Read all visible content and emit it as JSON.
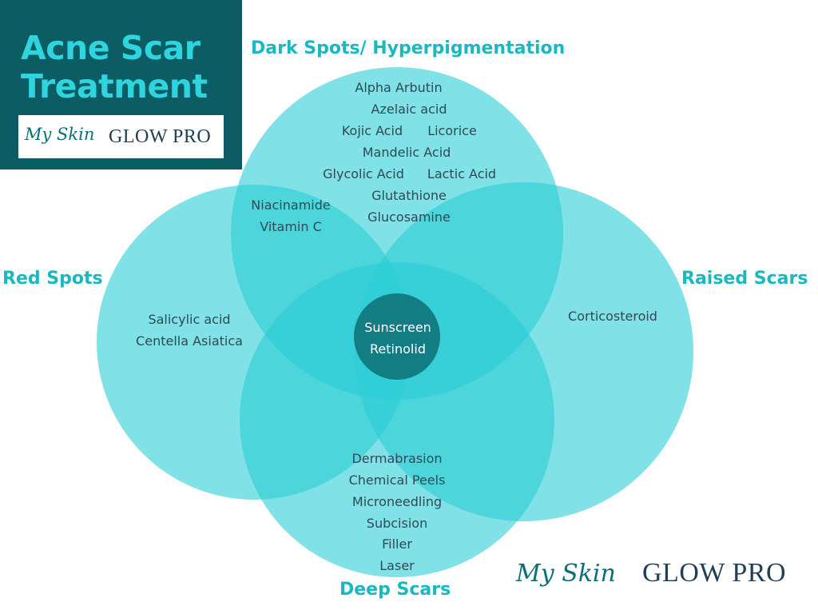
{
  "title": {
    "line1": "Acne Scar",
    "line2": "Treatment"
  },
  "brand": {
    "script": "My Skin",
    "name": "GLOW PRO"
  },
  "categories": {
    "top": "Dark Spots/ Hyperpigmentation",
    "left": "Red Spots",
    "right": "Raised Scars",
    "bottom": "Deep Scars"
  },
  "treatments": {
    "dark_spots": [
      "Alpha Arbutin",
      "Azelaic acid",
      "Kojic Acid",
      "Licorice",
      "Mandelic Acid",
      "Glycolic Acid",
      "Lactic Acid",
      "Glutathione",
      "Glucosamine"
    ],
    "dark_and_red": [
      "Niacinamide",
      "Vitamin C"
    ],
    "red_spots": [
      "Salicylic acid",
      "Centella Asiatica"
    ],
    "raised_scars": [
      "Corticosteroid"
    ],
    "deep_scars": [
      "Dermabrasion",
      "Chemical Peels",
      "Microneedling",
      "Subcision",
      "Filler",
      "Laser"
    ],
    "all": [
      "Sunscreen",
      "Retinolid"
    ]
  },
  "colors": {
    "circle_fill": "#2ccdd6",
    "center_circle": "#127e84",
    "title_bg": "#0b5d63",
    "title_text": "#2fd5de",
    "label_text": "#19b8c3",
    "item_text": "#2d4b55"
  }
}
